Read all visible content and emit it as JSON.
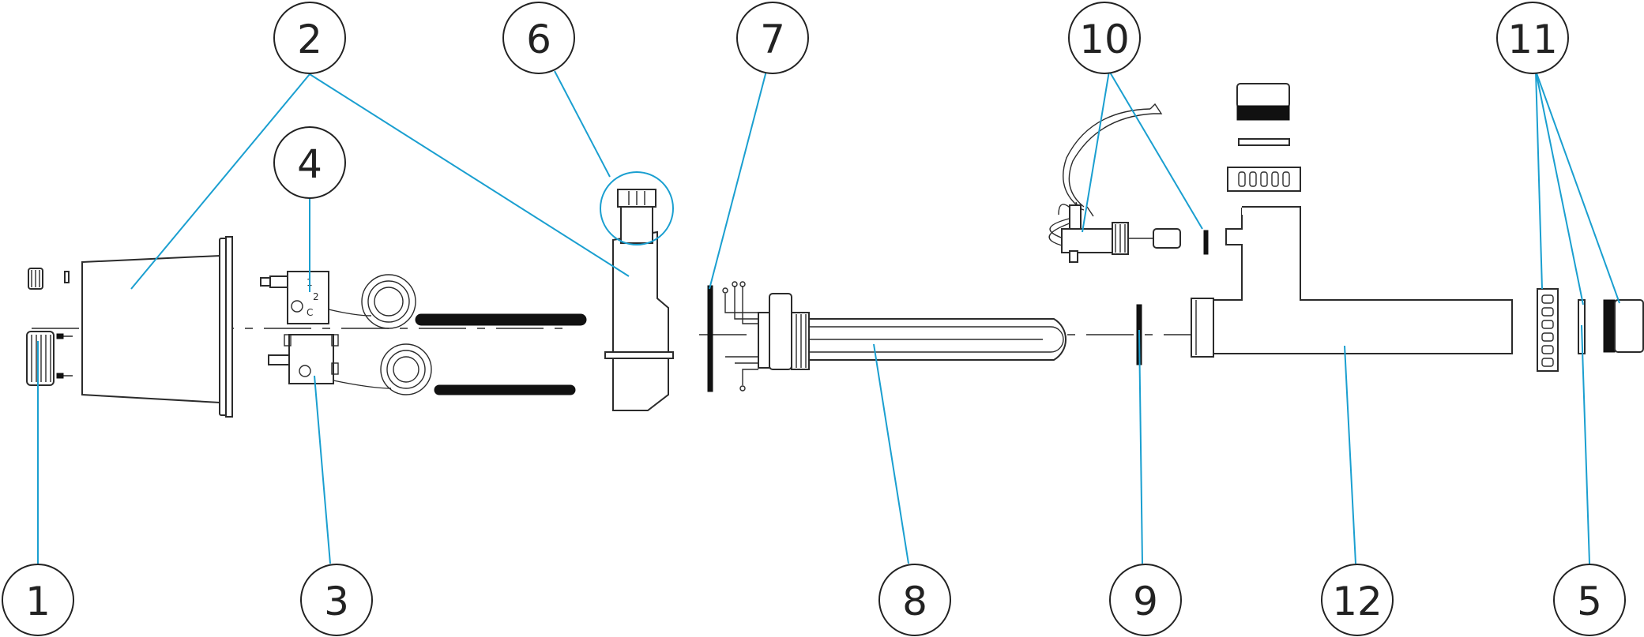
{
  "callouts": {
    "c1": "1",
    "c2": "2",
    "c3": "3",
    "c4": "4",
    "c5": "5",
    "c6": "6",
    "c7": "7",
    "c8": "8",
    "c9": "9",
    "c10": "10",
    "c11": "11",
    "c12": "12"
  },
  "colors": {
    "leader": "#1a9fd0",
    "outline": "#2b2b2b"
  }
}
